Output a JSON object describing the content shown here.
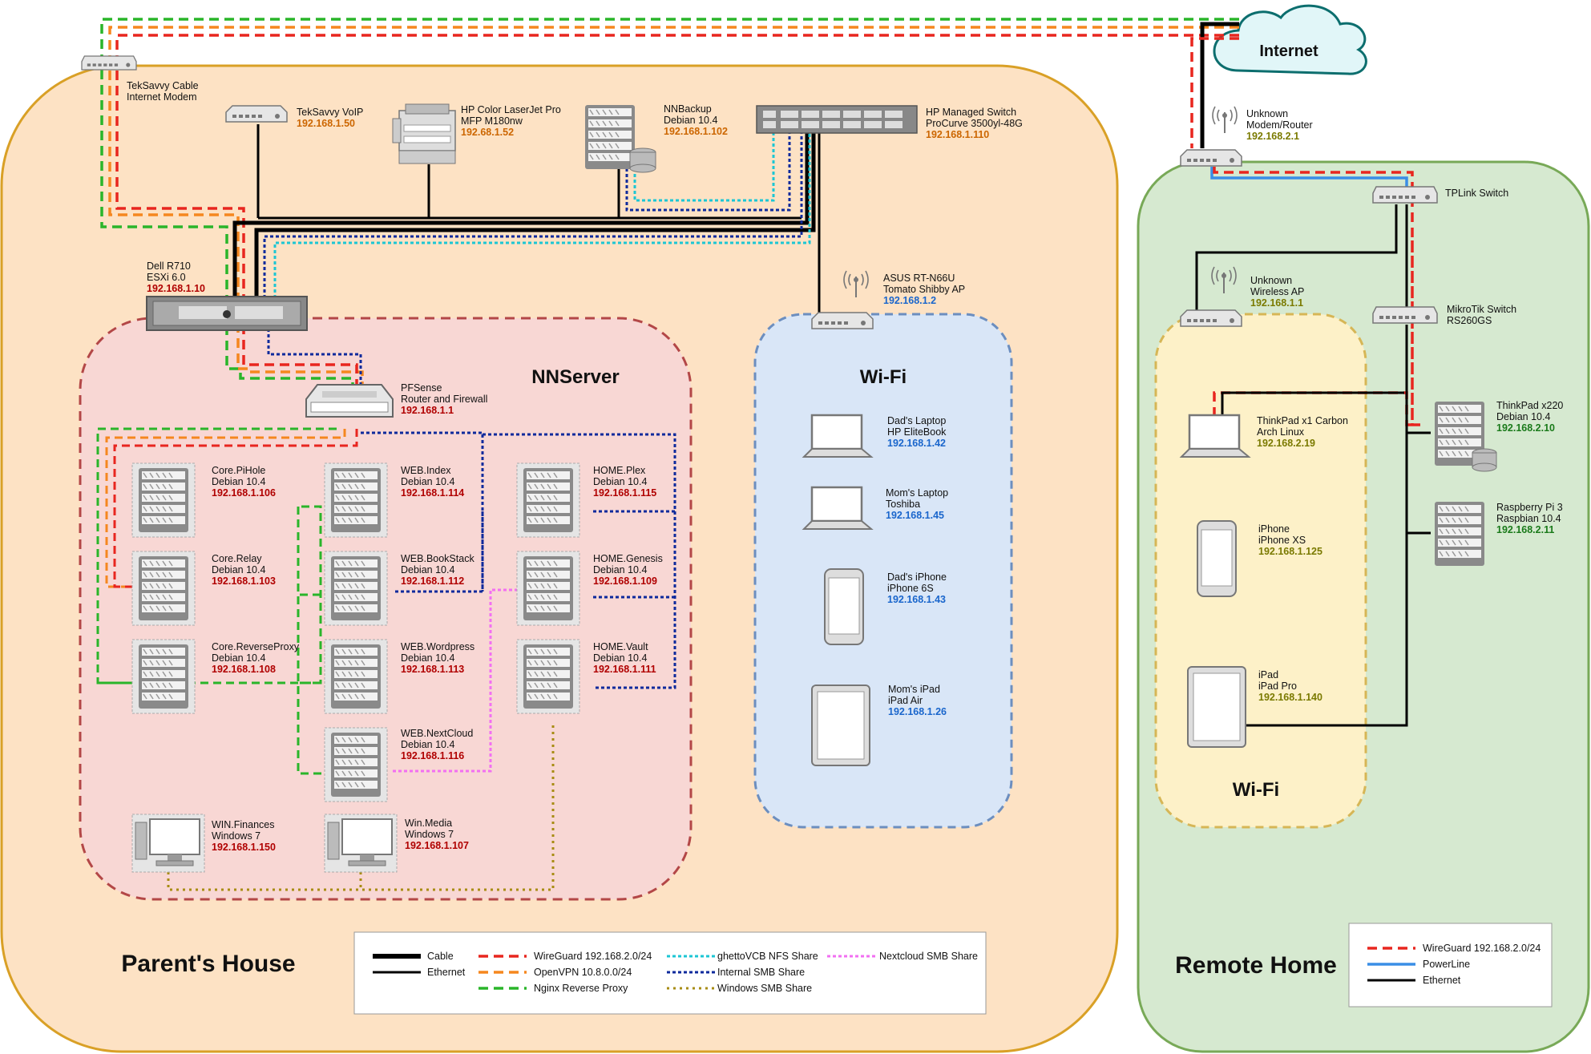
{
  "zones": {
    "parents_house": "Parent's House",
    "remote_home": "Remote Home",
    "internet": "Internet",
    "nnserver": "NNServer",
    "wifi_parent": "Wi-Fi",
    "wifi_remote": "Wi-Fi"
  },
  "devices": {
    "modem": {
      "l1": "TekSavvy Cable",
      "l2": "Internet Modem"
    },
    "voip": {
      "l1": "TekSavvy VoIP",
      "ip": "192.168.1.50"
    },
    "printer": {
      "l1": "HP Color LaserJet Pro",
      "l2": "MFP M180nw",
      "ip": "192.68.1.52"
    },
    "nnbackup": {
      "l1": "NNBackup",
      "l2": "Debian 10.4",
      "ip": "192.168.1.102"
    },
    "hpswitch": {
      "l1": "HP Managed Switch",
      "l2": "ProCurve 3500yl-48G",
      "ip": "192.168.1.110"
    },
    "dell": {
      "l1": "Dell R710",
      "l2": "ESXi 6.0",
      "ip": "192.168.1.10"
    },
    "asus": {
      "l1": "ASUS RT-N66U",
      "l2": "Tomato Shibby AP",
      "ip": "192.168.1.2"
    },
    "pfsense": {
      "l1": "PFSense",
      "l2": "Router and Firewall",
      "ip": "192.168.1.1"
    },
    "pihole": {
      "l1": "Core.PiHole",
      "l2": "Debian 10.4",
      "ip": "192.168.1.106"
    },
    "relay": {
      "l1": "Core.Relay",
      "l2": "Debian 10.4",
      "ip": "192.168.1.103"
    },
    "rproxy": {
      "l1": "Core.ReverseProxy",
      "l2": "Debian 10.4",
      "ip": "192.168.1.108"
    },
    "webindex": {
      "l1": "WEB.Index",
      "l2": "Debian 10.4",
      "ip": "192.168.1.114"
    },
    "bookstack": {
      "l1": "WEB.BookStack",
      "l2": "Debian 10.4",
      "ip": "192.168.1.112"
    },
    "wordpress": {
      "l1": "WEB.Wordpress",
      "l2": "Debian 10.4",
      "ip": "192.168.1.113"
    },
    "nextcloud": {
      "l1": "WEB.NextCloud",
      "l2": "Debian 10.4",
      "ip": "192.168.1.116"
    },
    "plex": {
      "l1": "HOME.Plex",
      "l2": "Debian 10.4",
      "ip": "192.168.1.115"
    },
    "genesis": {
      "l1": "HOME.Genesis",
      "l2": "Debian 10.4",
      "ip": "192.168.1.109"
    },
    "vault": {
      "l1": "HOME.Vault",
      "l2": "Debian 10.4",
      "ip": "192.168.1.111"
    },
    "finances": {
      "l1": "WIN.Finances",
      "l2": "Windows 7",
      "ip": "192.168.1.150"
    },
    "winmedia": {
      "l1": "Win.Media",
      "l2": "Windows 7",
      "ip": "192.168.1.107"
    },
    "dadlaptop": {
      "l1": "Dad's Laptop",
      "l2": "HP EliteBook",
      "ip": "192.168.1.42"
    },
    "momlaptop": {
      "l1": "Mom's Laptop",
      "l2": "Toshiba",
      "ip": "192.168.1.45"
    },
    "dadiphone": {
      "l1": "Dad's iPhone",
      "l2": "iPhone 6S",
      "ip": "192.168.1.43"
    },
    "momipad": {
      "l1": "Mom's iPad",
      "l2": "iPad Air",
      "ip": "192.168.1.26"
    },
    "remoterouter": {
      "l1": "Unknown",
      "l2": "Modem/Router",
      "ip": "192.168.2.1"
    },
    "tplink": {
      "l1": "TPLink Switch"
    },
    "remoteap": {
      "l1": "Unknown",
      "l2": "Wireless AP",
      "ip": "192.168.1.1"
    },
    "mikrotik": {
      "l1": "MikroTik Switch",
      "l2": "RS260GS"
    },
    "thinkpadx1": {
      "l1": "ThinkPad x1 Carbon",
      "l2": "Arch Linux",
      "ip": "192.168.2.19"
    },
    "thinkpadx220": {
      "l1": "ThinkPad x220",
      "l2": "Debian 10.4",
      "ip": "192.168.2.10"
    },
    "iphonexs": {
      "l1": "iPhone",
      "l2": "iPhone XS",
      "ip": "192.168.1.125"
    },
    "rpi": {
      "l1": "Raspberry Pi 3",
      "l2": "Raspbian 10.4",
      "ip": "192.168.2.11"
    },
    "ipadpro": {
      "l1": "iPad",
      "l2": "iPad Pro",
      "ip": "192.168.1.140"
    }
  },
  "legend_parent": {
    "cable": "Cable",
    "ethernet": "Ethernet",
    "wireguard": "WireGuard 192.168.2.0/24",
    "openvpn": "OpenVPN 10.8.0.0/24",
    "nginx": "Nginx Reverse Proxy",
    "ghettovcb": "ghettoVCB NFS Share",
    "internal_smb": "Internal SMB Share",
    "windows_smb": "Windows SMB Share",
    "nextcloud_smb": "Nextcloud SMB Share"
  },
  "legend_remote": {
    "wireguard": "WireGuard 192.168.2.0/24",
    "powerline": "PowerLine",
    "ethernet": "Ethernet"
  },
  "colors": {
    "parent_fill": "#fde2c4",
    "parent_stroke": "#d9a026",
    "remote_fill": "#d6e9d0",
    "remote_stroke": "#78a957",
    "nnserver_fill": "#f8d7d4",
    "nnserver_stroke": "#b34747",
    "wifi_parent_fill": "#d9e6f7",
    "wifi_parent_stroke": "#6c8ebf",
    "wifi_remote_fill": "#fdf1c8",
    "wifi_remote_stroke": "#d6b656",
    "internet_fill": "#e1f6f8",
    "internet_stroke": "#0c6e6e",
    "wireguard": "#e8261f",
    "openvpn": "#f5871f",
    "nginx": "#2ab52a",
    "ghettovcb": "#1cc6d4",
    "internal_smb": "#0e2a9c",
    "windows_smb": "#a88c14",
    "nextcloud_smb": "#f26ff2",
    "powerline": "#3a8ee6"
  }
}
